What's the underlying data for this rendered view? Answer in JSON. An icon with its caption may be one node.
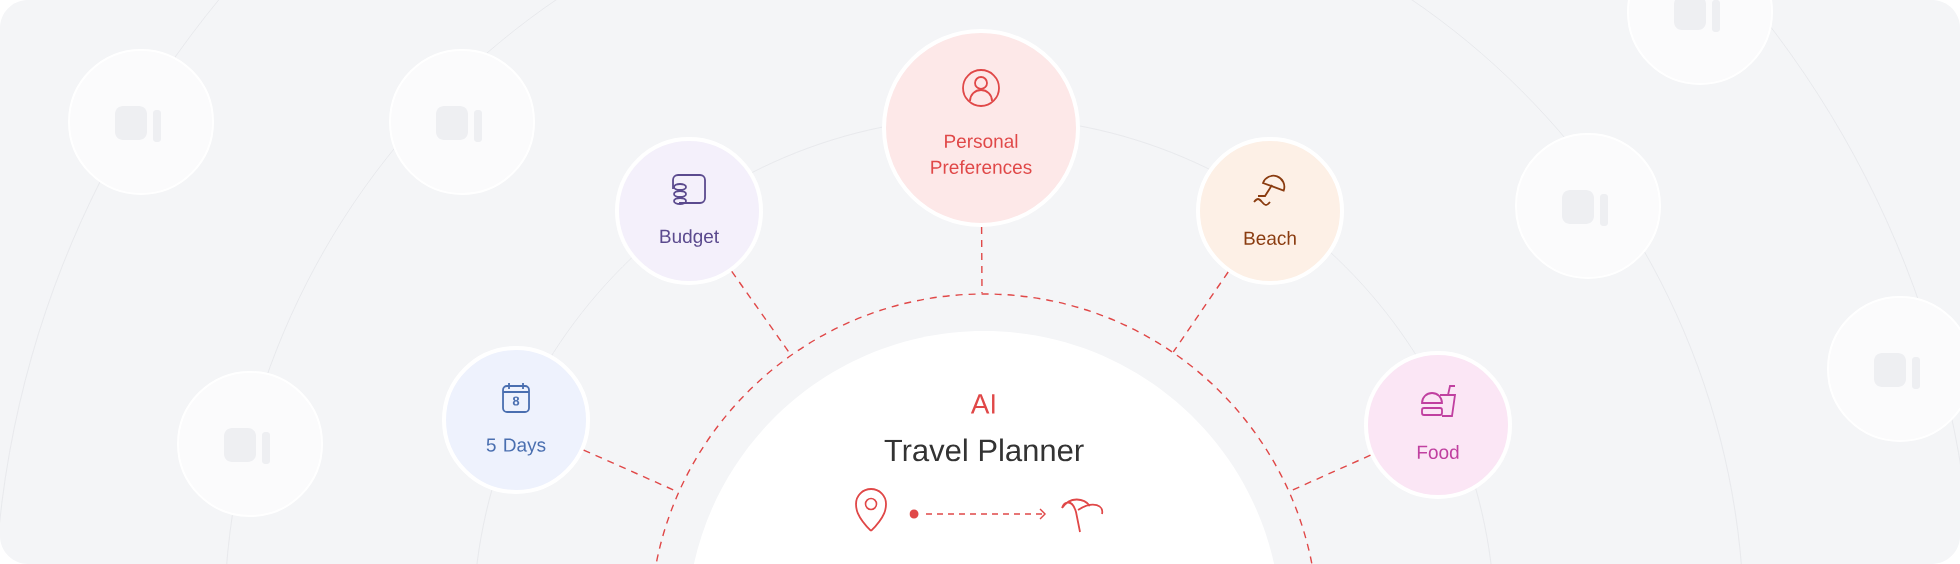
{
  "diagram": {
    "nodes": [
      {
        "text": [
          "AI",
          "Travel Planner"
        ]
      },
      {
        "text": [
          "5 Days"
        ]
      },
      {
        "text": [
          "Budget"
        ]
      },
      {
        "text": [
          "Personal Preferences"
        ]
      },
      {
        "text": [
          "Beach"
        ]
      },
      {
        "text": [
          "Food"
        ]
      },
      {
        "text": [],
        "shape": "circle"
      },
      {
        "text": [],
        "shape": "circle"
      },
      {
        "text": [],
        "shape": "circle"
      },
      {
        "text": [],
        "shape": "circle"
      },
      {
        "text": [],
        "shape": "circle"
      },
      {
        "text": [],
        "shape": "circle"
      }
    ],
    "edges": [
      {
        "from": 1,
        "to": 0,
        "arrow": "none",
        "style": "dashed"
      },
      {
        "from": 2,
        "to": 0,
        "arrow": "none",
        "style": "dashed"
      },
      {
        "from": 3,
        "to": 0,
        "arrow": "none",
        "style": "dashed"
      },
      {
        "from": 4,
        "to": 0,
        "arrow": "none",
        "style": "dashed"
      },
      {
        "from": 5,
        "to": 0,
        "arrow": "none",
        "style": "dashed"
      }
    ],
    "labels": [
      "8"
    ]
  }
}
